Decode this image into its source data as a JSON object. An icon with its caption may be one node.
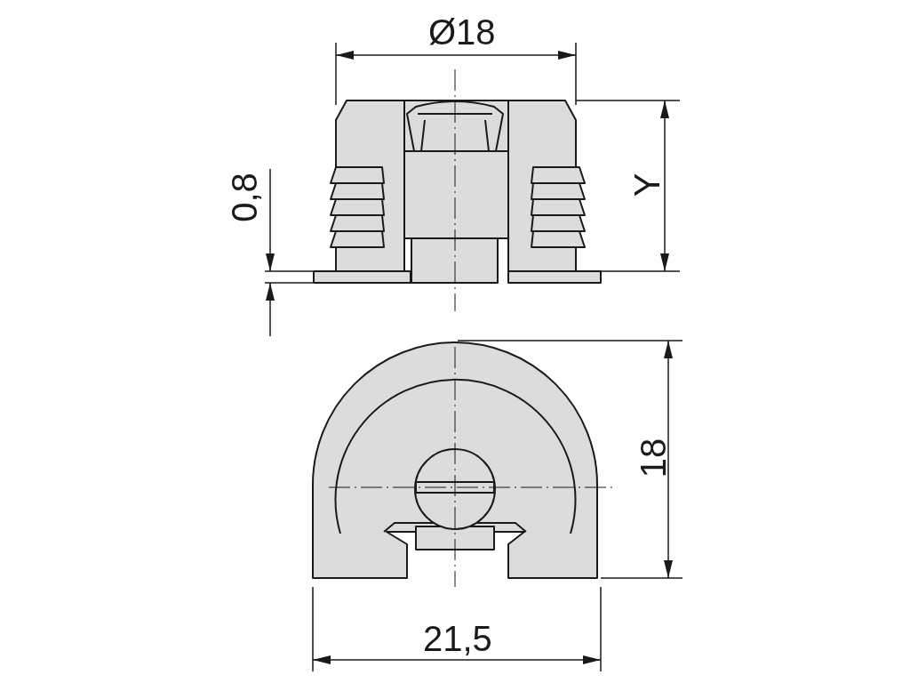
{
  "diagram": {
    "labels": [
      "Ø18",
      "0,8",
      "Y",
      "18",
      "21,5"
    ]
  }
}
